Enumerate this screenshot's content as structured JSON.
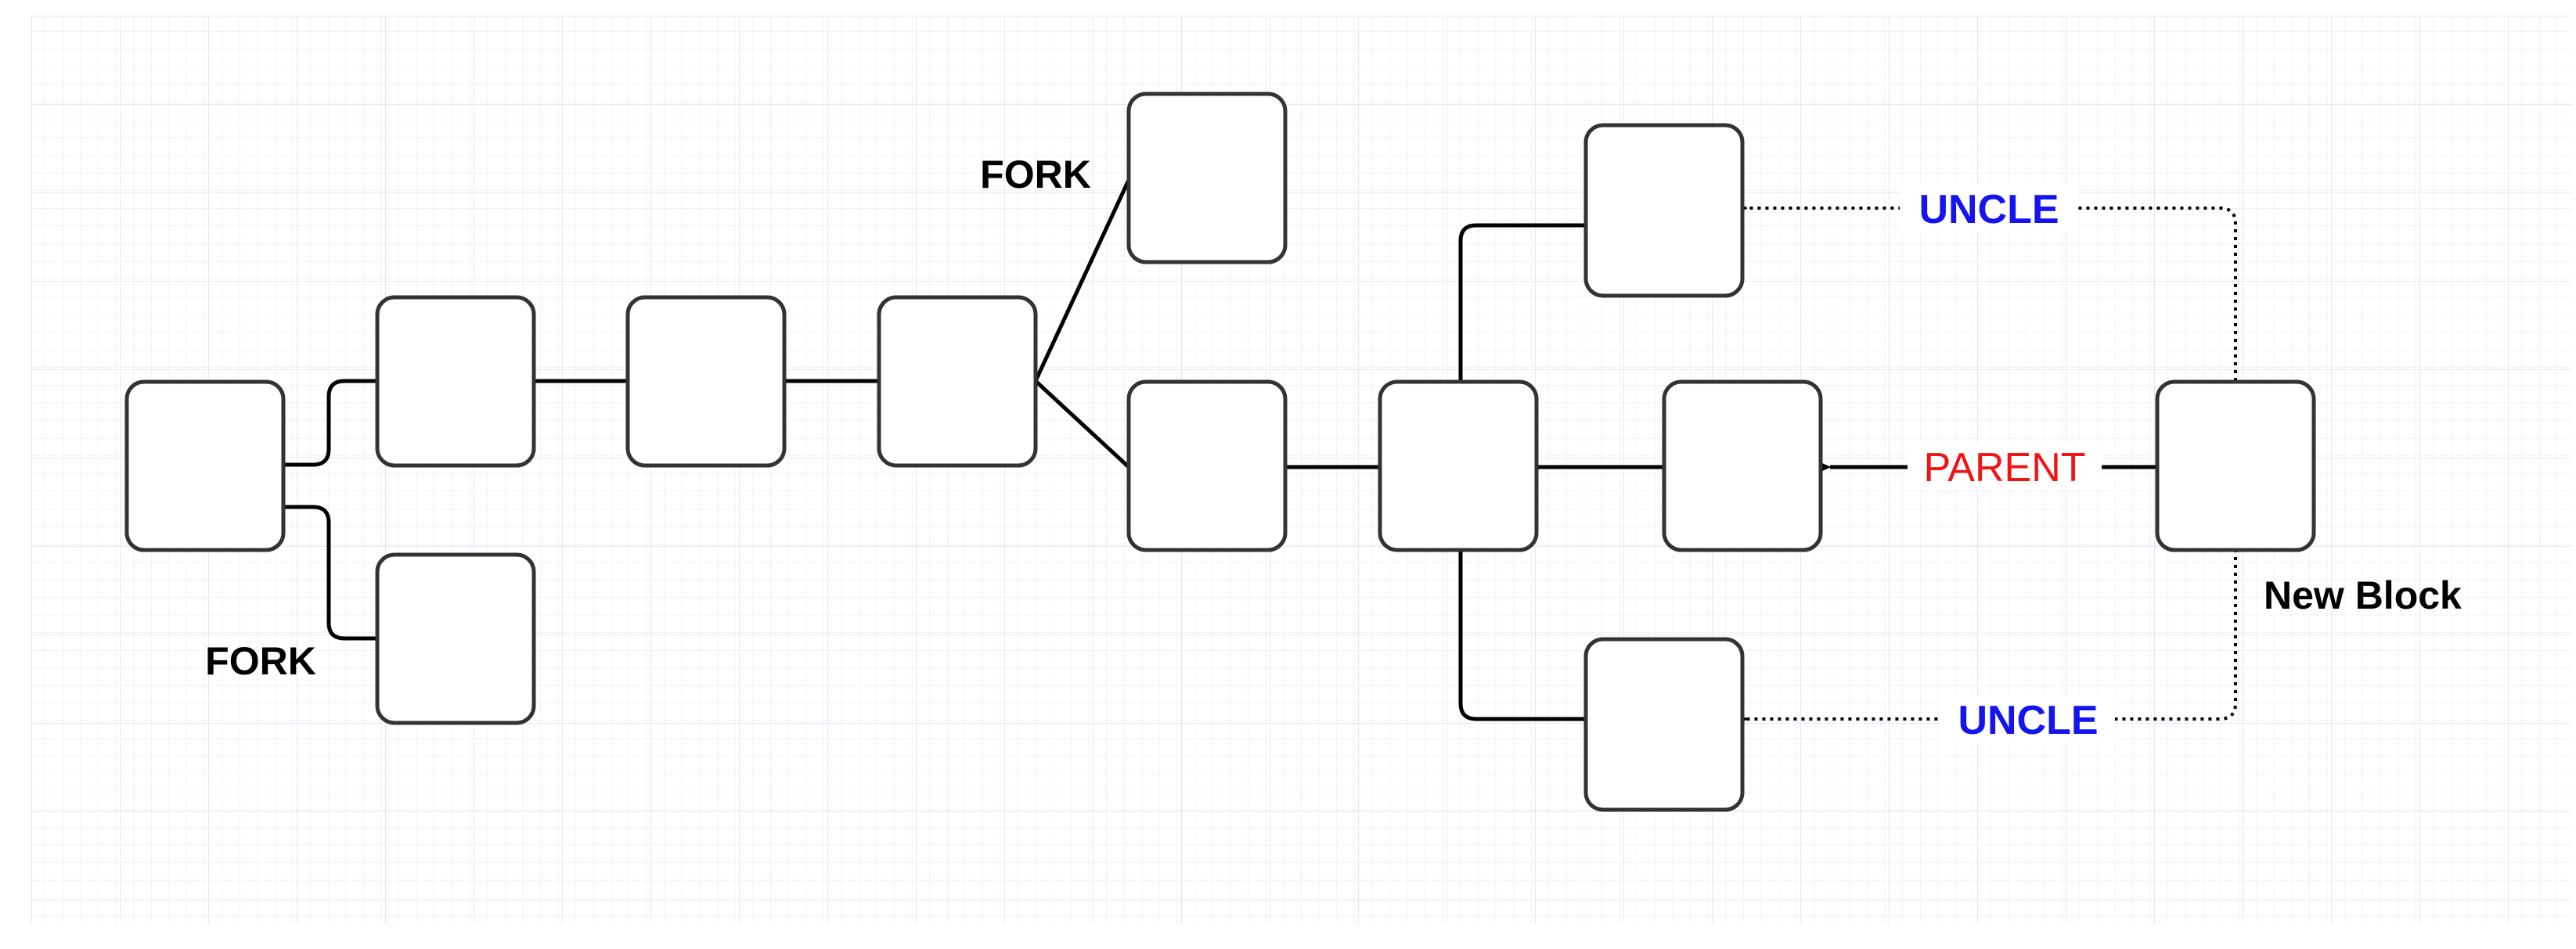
{
  "labels": {
    "fork_left": "FORK",
    "fork_top": "FORK",
    "uncle_top": "UNCLE",
    "parent": "PARENT",
    "uncle_bottom": "UNCLE",
    "new_block": "New Block"
  },
  "colors": {
    "uncle": "#1414f0",
    "parent": "#f01414",
    "text": "#000000",
    "stroke": "#333333",
    "grid": "#e3e6f6"
  }
}
